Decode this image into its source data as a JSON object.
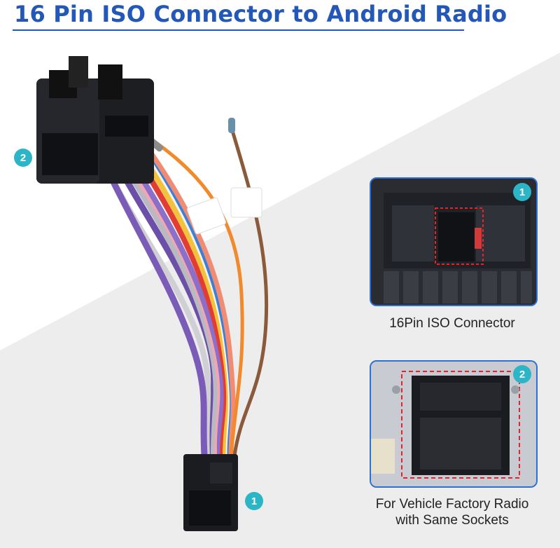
{
  "header": {
    "title": "16 Pin ISO Connector to Android Radio"
  },
  "badges": {
    "harness_large": "2",
    "harness_small": "1",
    "photo_top": "1",
    "photo_bottom": "2"
  },
  "captions": {
    "top": "16Pin ISO Connector",
    "bottom_line1": "For Vehicle Factory Radio",
    "bottom_line2": "with Same Sockets"
  },
  "colors": {
    "title_blue": "#2357b8",
    "badge_teal": "#2cb5c6",
    "frame_blue": "#2f6fd0",
    "highlight_red": "#e0262b"
  }
}
